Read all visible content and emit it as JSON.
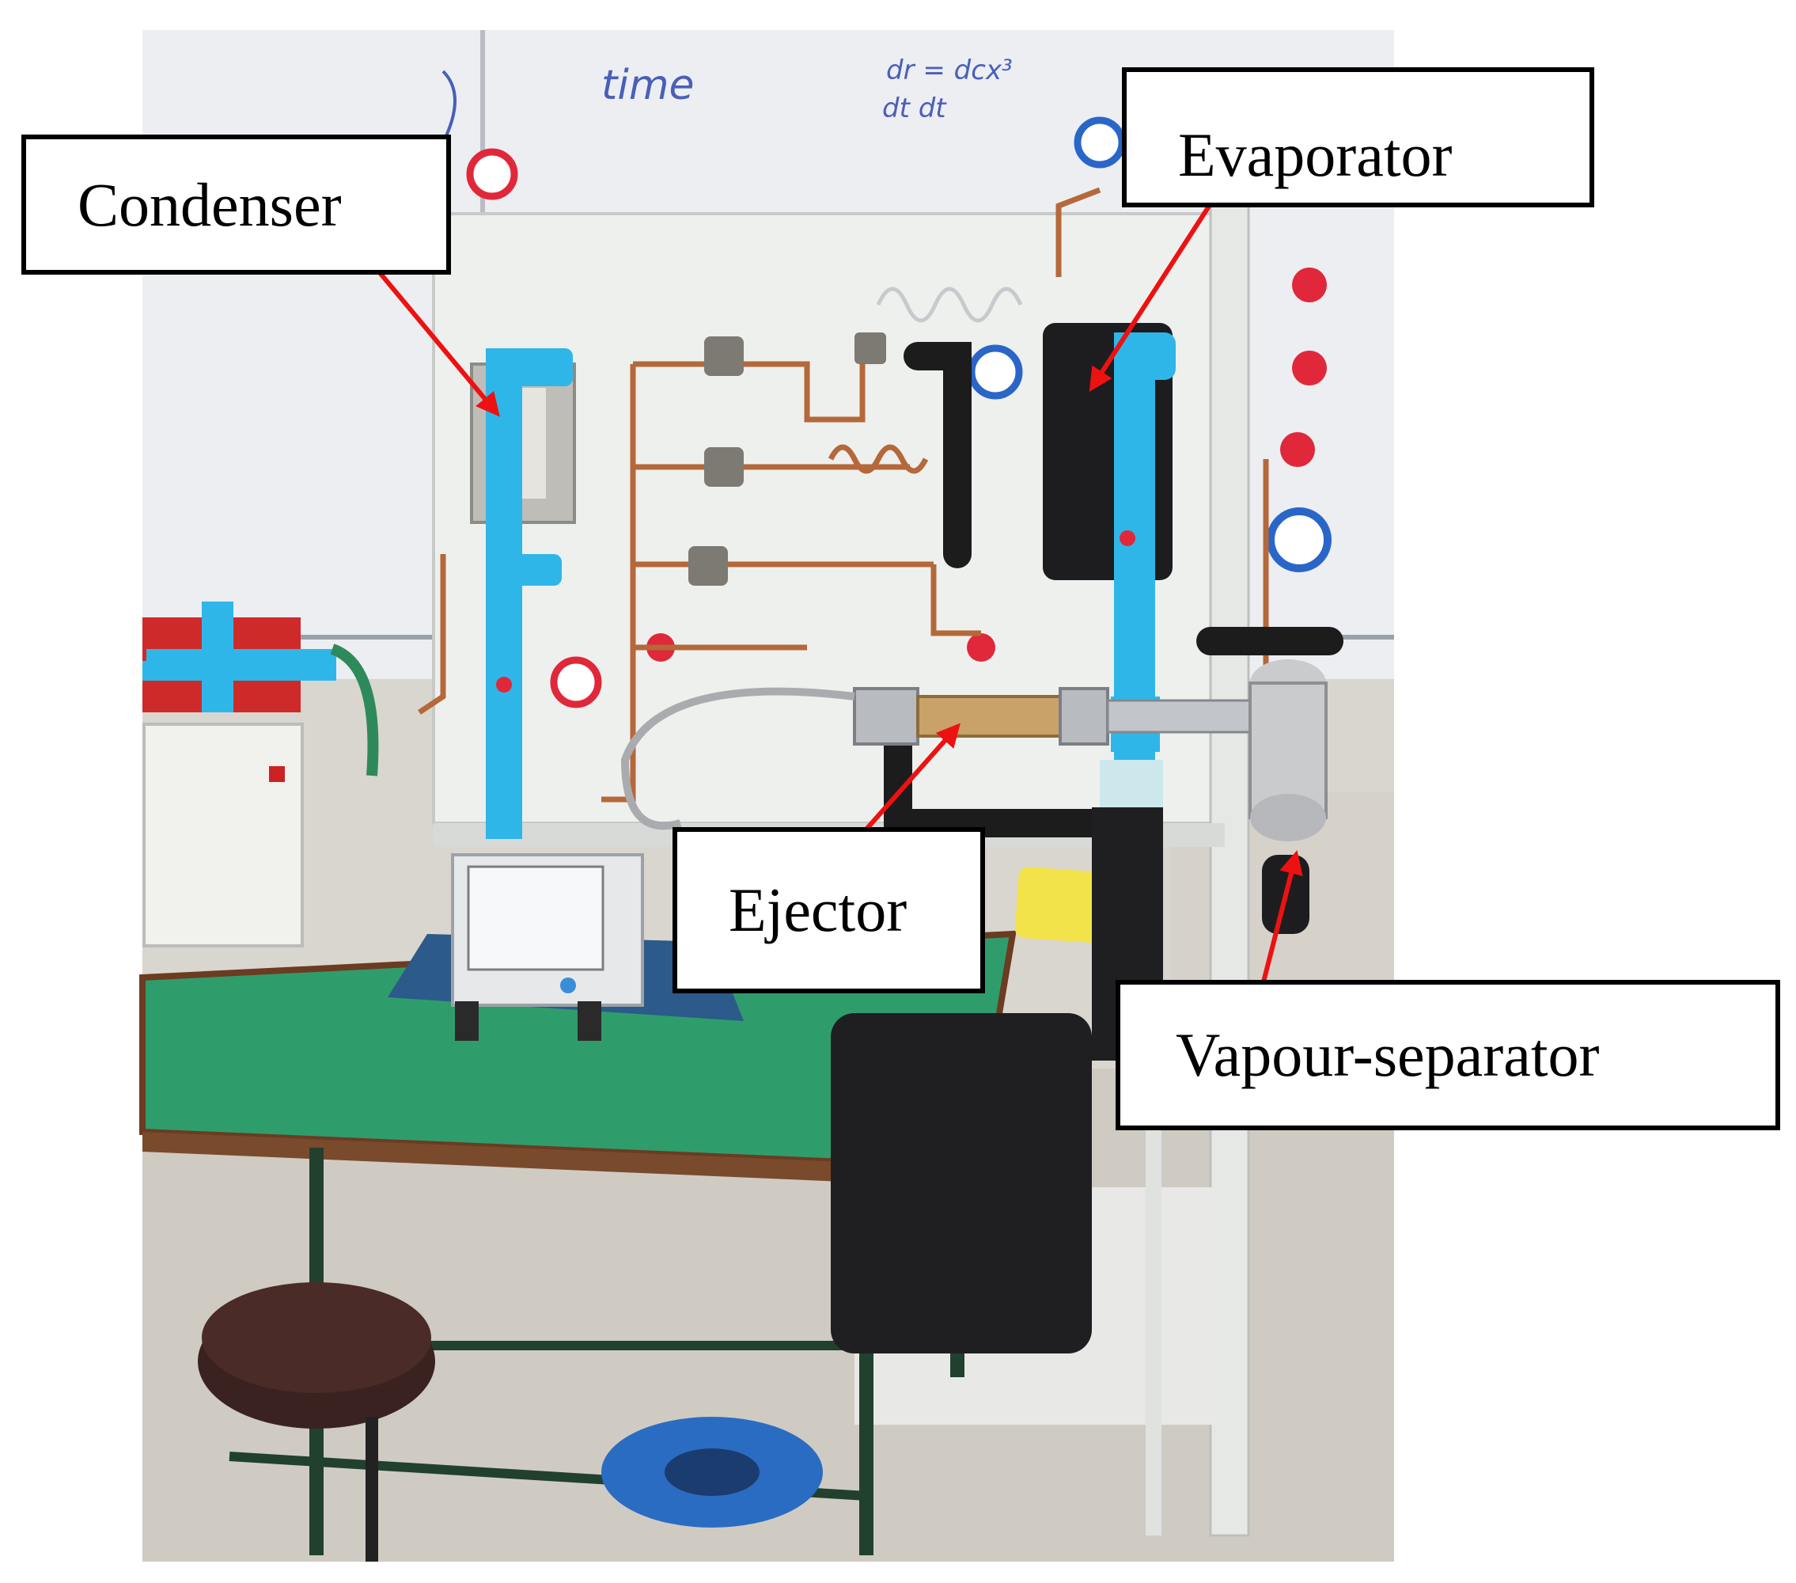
{
  "labels": {
    "condenser": "Condenser",
    "evaporator": "Evaporator",
    "ejector": "Ejector",
    "vapour_separator": "Vapour-separator"
  },
  "whiteboard_text": {
    "time": "time",
    "equation_top": "dr = dcx³",
    "equation_bottom": "dt     dt"
  },
  "colors": {
    "arrow": "#ee1111",
    "pvc_pipe": "#2fb6e8",
    "table_top": "#2e9d6b",
    "panel": "#eef0ee",
    "wall": "#dcdad4",
    "insulation": "#1c1c1c",
    "gauge_red": "#e0283a",
    "gauge_blue": "#2a66c8",
    "copper": "#b5683a"
  }
}
